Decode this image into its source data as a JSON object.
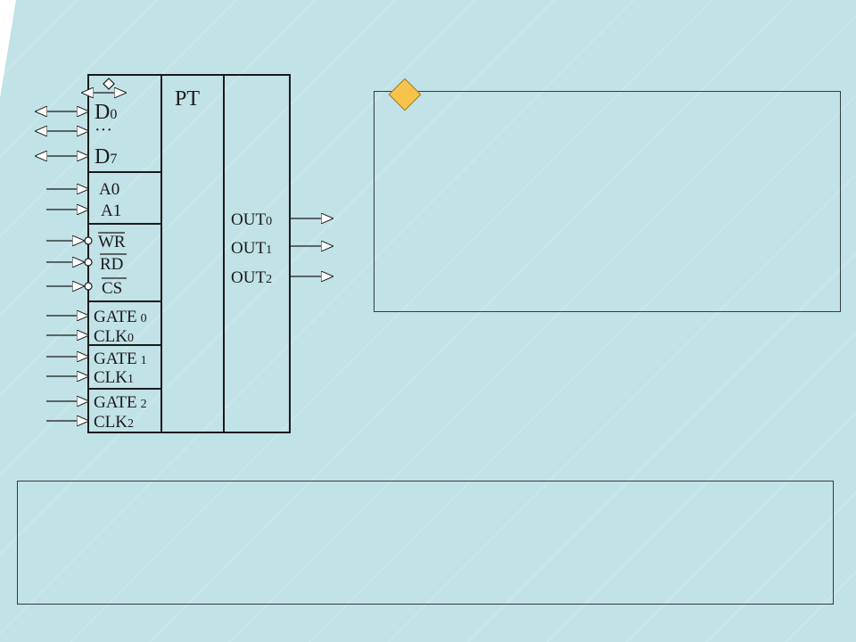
{
  "colors": {
    "background": "#c1e2e6",
    "wedge": "#ffffff",
    "diamond": "#f7c34c",
    "line": "#1a1a1a"
  },
  "chip": {
    "title": "PT",
    "data_pins": {
      "d0": "D",
      "d0_sub": "0",
      "ellipsis": "···",
      "d7": "D",
      "d7_sub": "7"
    },
    "addr_pins": {
      "a0": "A0",
      "a1": "A1"
    },
    "ctrl_pins": {
      "wr": "WR",
      "rd": "RD",
      "cs": "CS"
    },
    "counter_pins": [
      {
        "gate": "GATE",
        "gate_sub": "0",
        "clk": "CLK",
        "clk_sub": "0"
      },
      {
        "gate": "GATE",
        "gate_sub": "1",
        "clk": "CLK",
        "clk_sub": "1"
      },
      {
        "gate": "GATE",
        "gate_sub": "2",
        "clk": "CLK",
        "clk_sub": "2"
      }
    ],
    "outputs": [
      {
        "label": "OUT",
        "sub": "0"
      },
      {
        "label": "OUT",
        "sub": "1"
      },
      {
        "label": "OUT",
        "sub": "2"
      }
    ]
  },
  "right_panel": {
    "marker_icon": "diamond-icon"
  }
}
